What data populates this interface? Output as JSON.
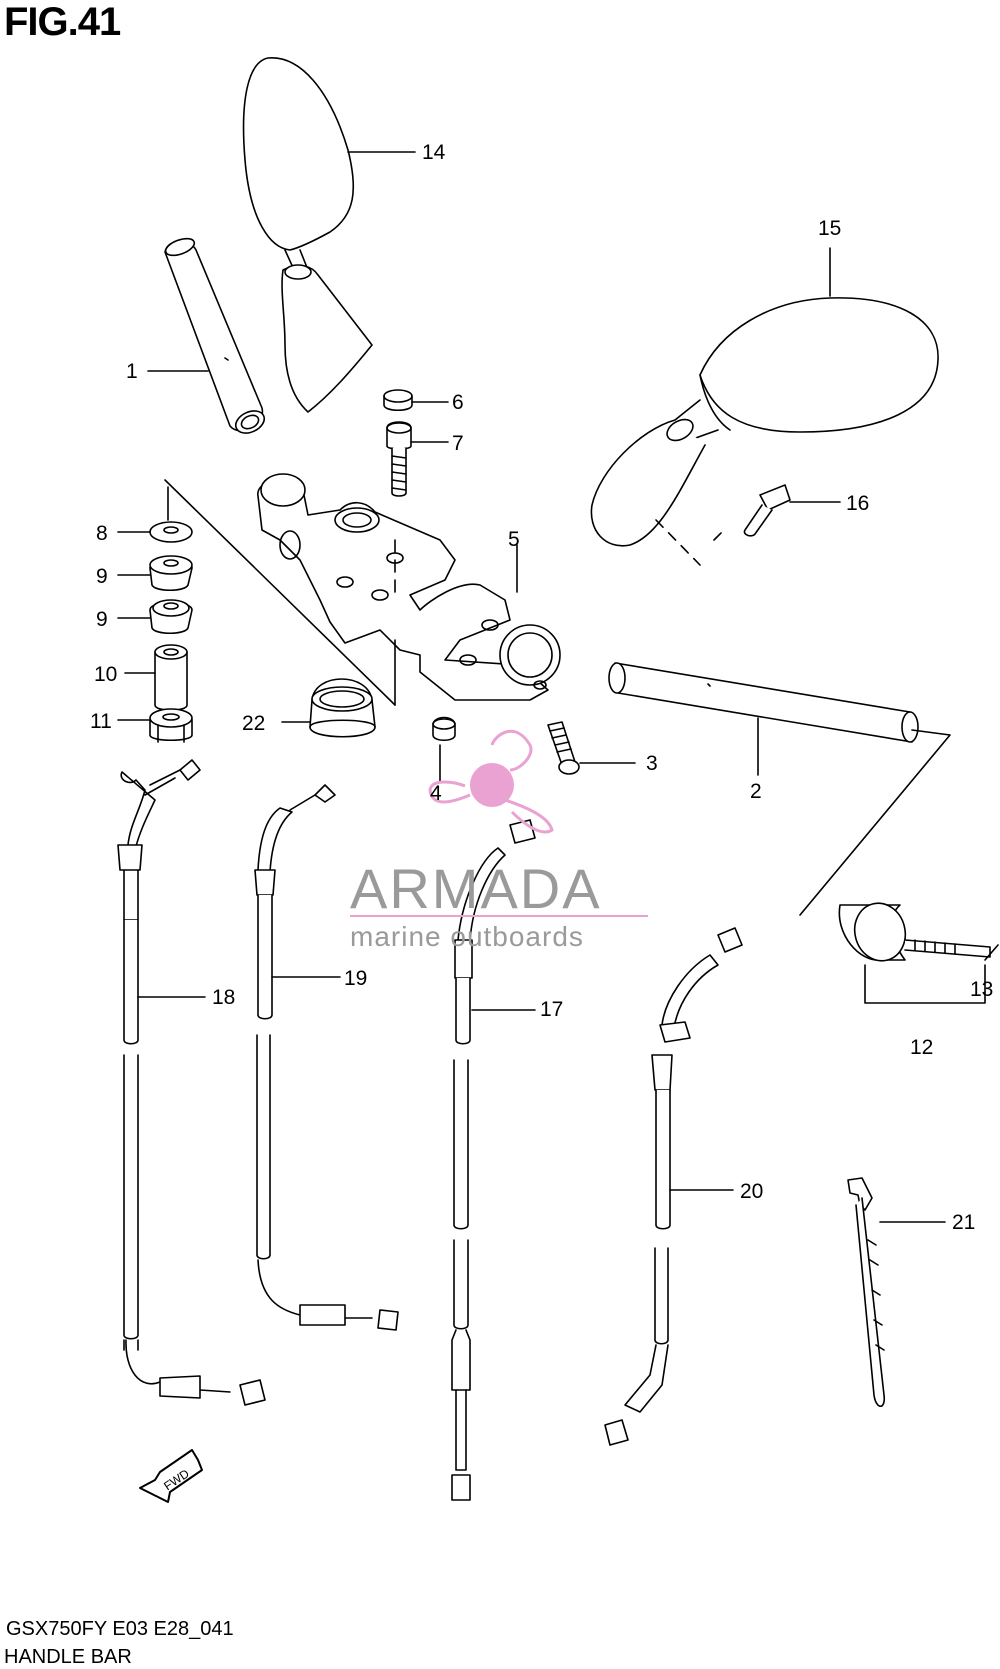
{
  "header": {
    "title": "FIG.41"
  },
  "footer": {
    "code": "GSX750FY E03 E28_041",
    "name": "HANDLE BAR"
  },
  "watermark": {
    "brand": "ARMADA",
    "tagline": "marine outboards",
    "color": "#e9a2d2"
  },
  "fwd_label": "FWD",
  "callouts": [
    {
      "id": "1",
      "label": "1"
    },
    {
      "id": "2",
      "label": "2"
    },
    {
      "id": "3",
      "label": "3"
    },
    {
      "id": "4",
      "label": "4"
    },
    {
      "id": "5",
      "label": "5"
    },
    {
      "id": "6",
      "label": "6"
    },
    {
      "id": "7",
      "label": "7"
    },
    {
      "id": "8",
      "label": "8"
    },
    {
      "id": "9a",
      "label": "9"
    },
    {
      "id": "9b",
      "label": "9"
    },
    {
      "id": "10",
      "label": "10"
    },
    {
      "id": "11",
      "label": "11"
    },
    {
      "id": "12",
      "label": "12"
    },
    {
      "id": "13",
      "label": "13"
    },
    {
      "id": "14",
      "label": "14"
    },
    {
      "id": "15",
      "label": "15"
    },
    {
      "id": "16",
      "label": "16"
    },
    {
      "id": "17",
      "label": "17"
    },
    {
      "id": "18",
      "label": "18"
    },
    {
      "id": "19",
      "label": "19"
    },
    {
      "id": "20",
      "label": "20"
    },
    {
      "id": "21",
      "label": "21"
    },
    {
      "id": "22",
      "label": "22"
    }
  ]
}
